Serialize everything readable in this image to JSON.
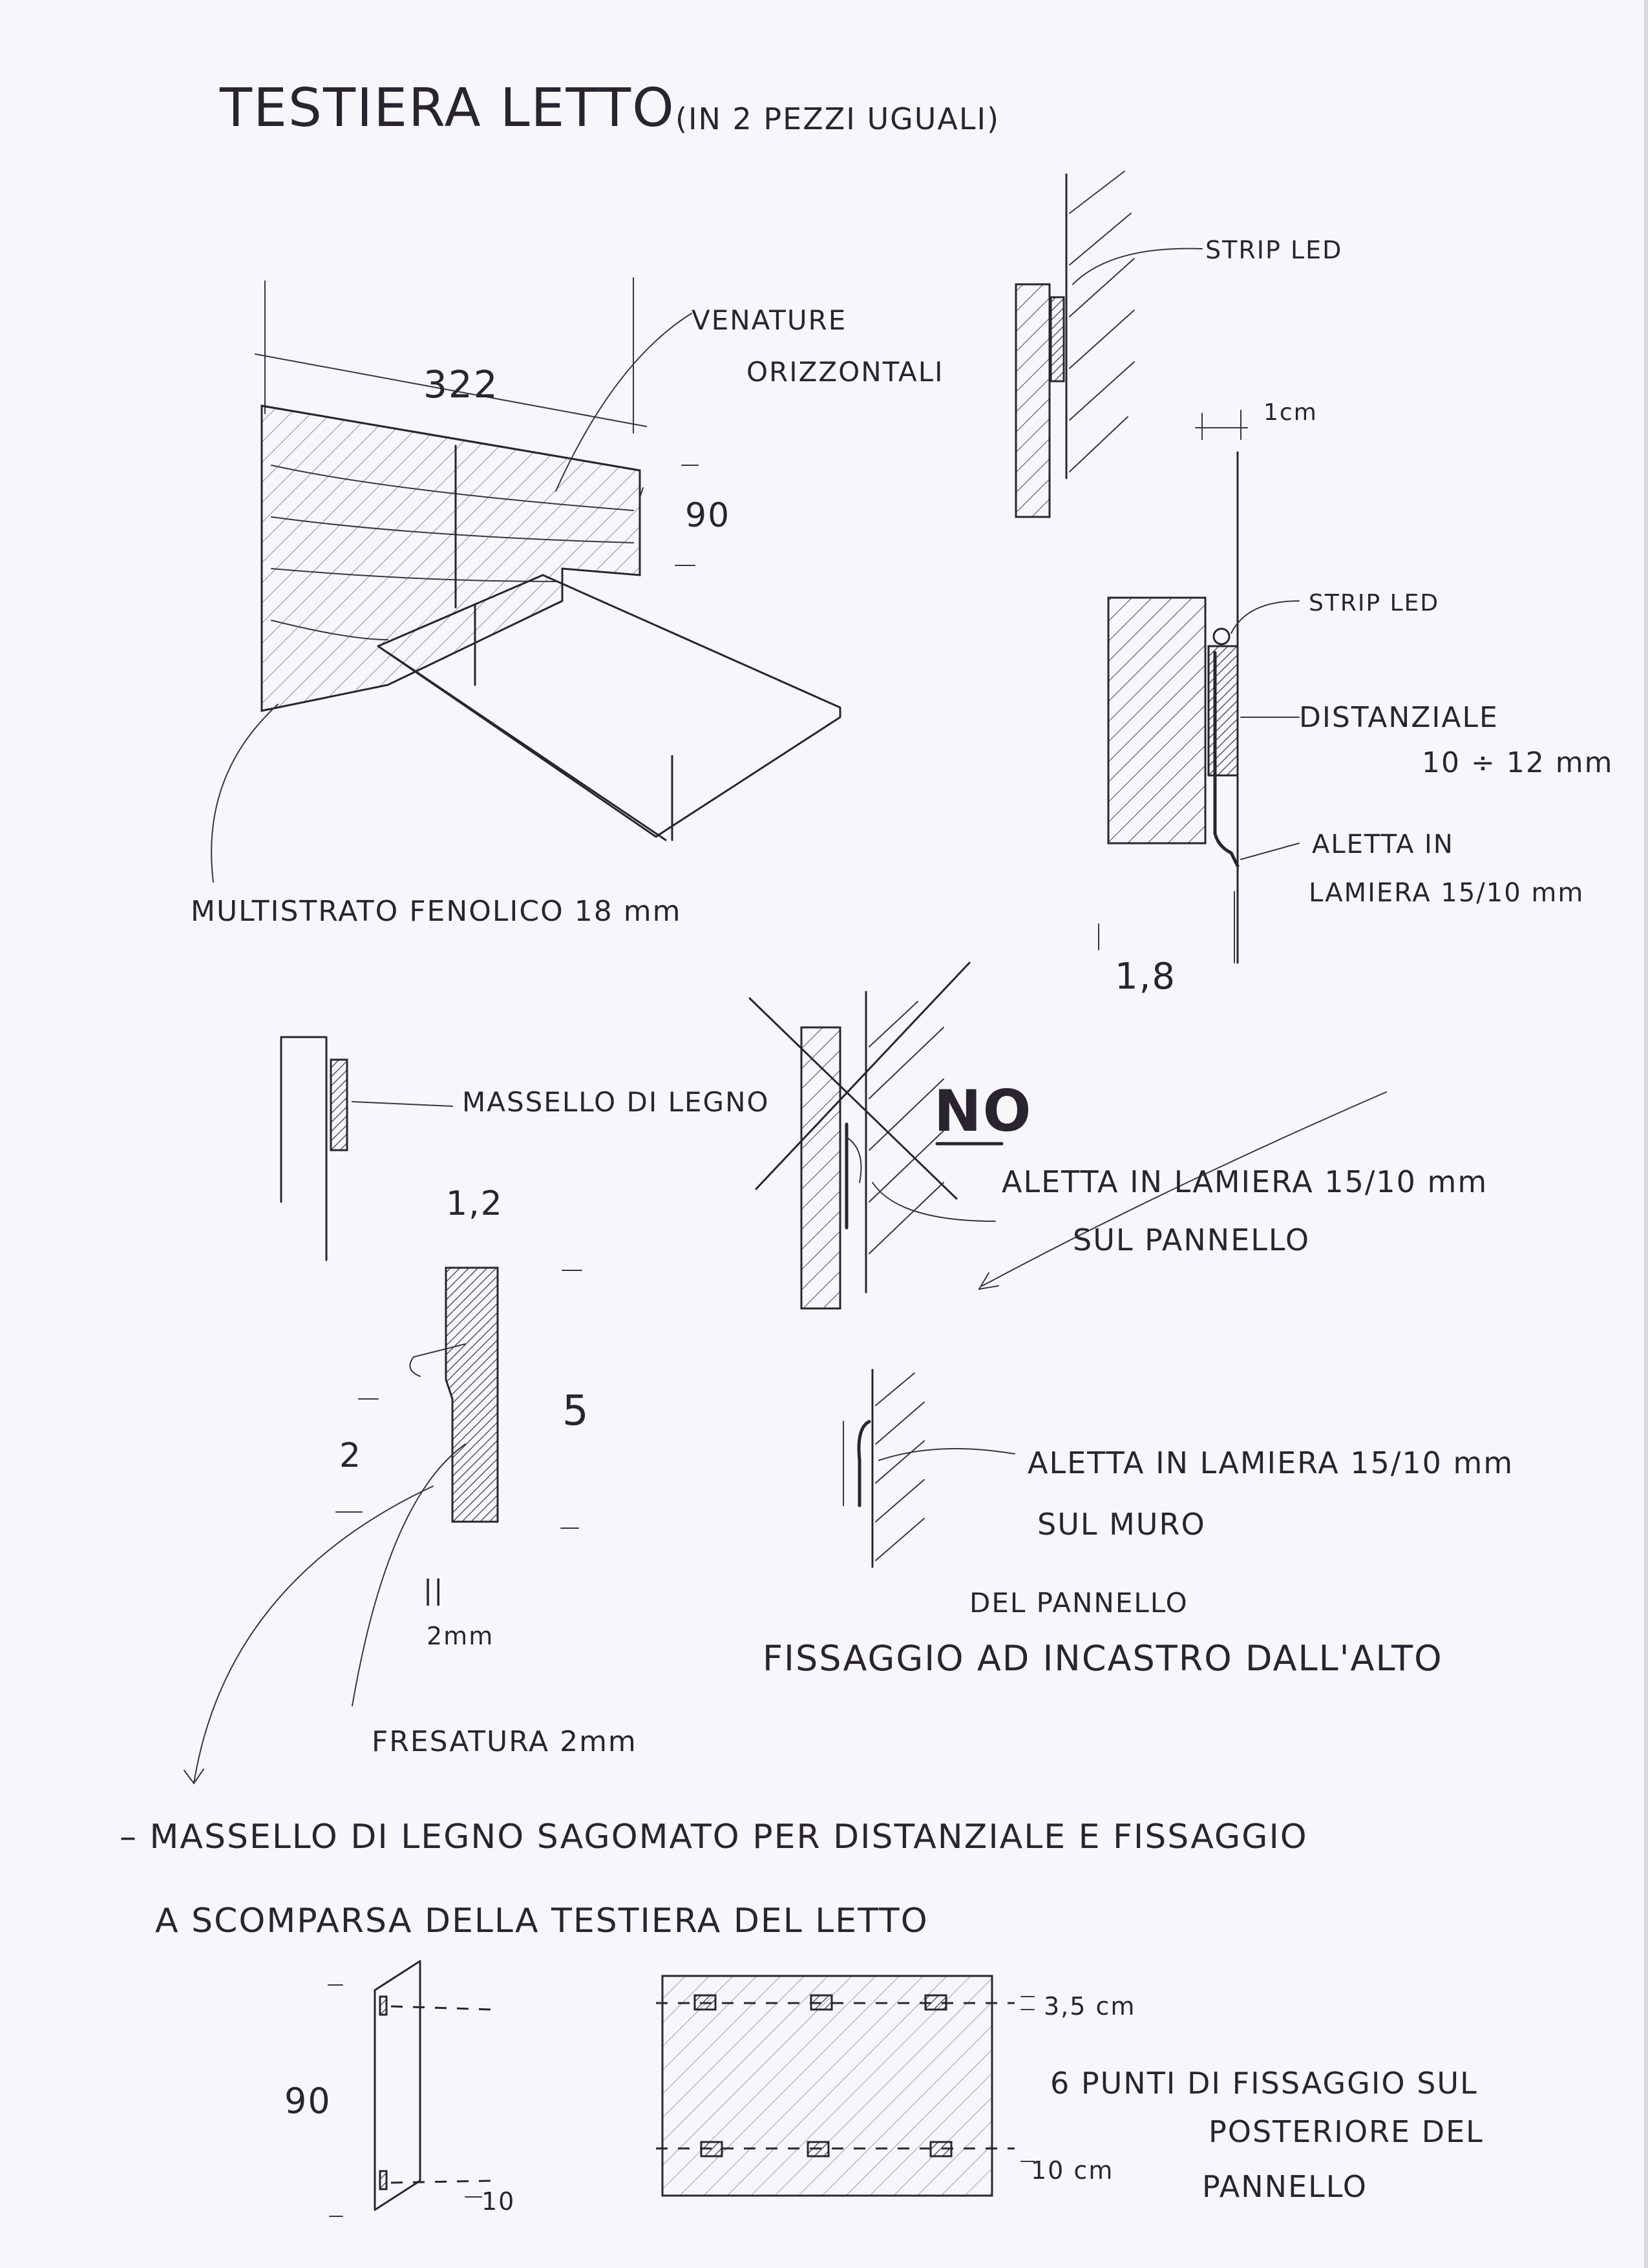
{
  "title": "TESTIERA LETTO",
  "title_note": "(IN 2 PEZZI UGUALI)",
  "sketch_panel": {
    "width_dim": "322",
    "height_dim": "90",
    "venature_line1": "VENATURE",
    "venature_line2": "ORIZZONTALI",
    "material": "MULTISTRATO FENOLICO 18 mm"
  },
  "detail_top_right": {
    "strip_led": "STRIP LED",
    "gap": "1cm",
    "strip_led_2": "STRIP LED",
    "distanziale": "DISTANZIALE",
    "distanziale_dim": "10 ÷ 12 mm",
    "aletta_line1": "ALETTA IN",
    "aletta_line2": "LAMIERA 15/10 mm",
    "thickness": "1,8"
  },
  "detail_masello": {
    "label": "MASSELLO DI LEGNO",
    "dim_top": "1,2",
    "dim_left": "2",
    "dim_right": "5",
    "dim_bottom_1": "||",
    "dim_bottom_2": "2mm",
    "fresatura": "FRESATURA 2mm"
  },
  "detail_no": {
    "no": "NO",
    "aletta_line1": "ALETTA IN LAMIERA 15/10 mm",
    "aletta_line2": "SUL PANNELLO"
  },
  "detail_muro": {
    "aletta_line1": "ALETTA IN LAMIERA 15/10 mm",
    "aletta_line2": "SUL MURO",
    "fissaggio_insert": "DEL PANNELLO",
    "fissaggio": "FISSAGGIO AD INCASTRO DALL'ALTO"
  },
  "note": {
    "line1": "– MASSELLO DI LEGNO SAGOMATO PER DISTANZIALE E FISSAGGIO",
    "line2": "A SCOMPARSA DELLA TESTIERA DEL LETTO"
  },
  "bottom": {
    "side_height": "90",
    "side_dim": "10",
    "top_dim": "3,5 cm",
    "bottom_dim": "10 cm",
    "points_line1": "6 PUNTI DI FISSAGGIO SUL",
    "points_line2": "POSTERIORE DEL",
    "points_line3": "PANNELLO"
  }
}
